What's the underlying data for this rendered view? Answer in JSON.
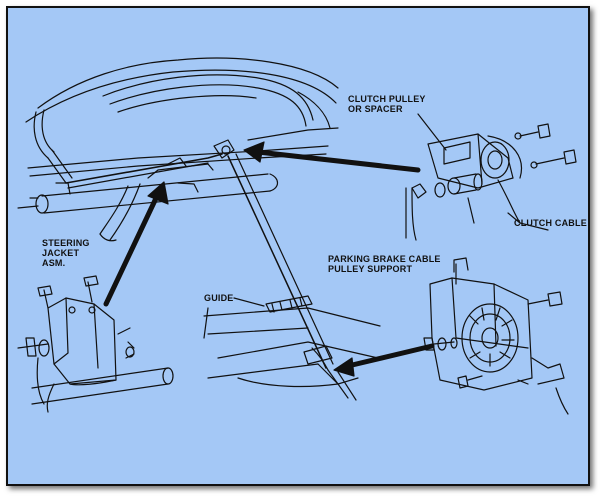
{
  "diagram": {
    "labels": {
      "clutch_pulley_line1": "CLUTCH PULLEY",
      "clutch_pulley_line2": "OR SPACER",
      "clutch_cable": "CLUTCH CABLE",
      "steering_line1": "STEERING",
      "steering_line2": "JACKET",
      "steering_line3": "ASM.",
      "guide": "GUIDE",
      "parking_line1": "PARKING BRAKE CABLE",
      "parking_line2": "PULLEY SUPPORT"
    },
    "colors": {
      "background": "#a4c8f6",
      "ink": "#111111",
      "border": "#111111"
    }
  }
}
